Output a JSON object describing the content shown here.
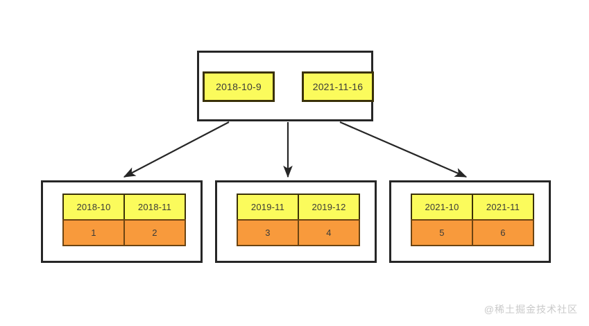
{
  "diagram": {
    "root": {
      "cells": [
        {
          "label": "2018-10-9"
        },
        {
          "label": "2021-11-16"
        }
      ]
    },
    "children": [
      {
        "keys": [
          "2018-10",
          "2018-11"
        ],
        "values": [
          "1",
          "2"
        ]
      },
      {
        "keys": [
          "2019-11",
          "2019-12"
        ],
        "values": [
          "3",
          "4"
        ]
      },
      {
        "keys": [
          "2021-10",
          "2021-11"
        ],
        "values": [
          "5",
          "6"
        ]
      }
    ],
    "edges": [
      {
        "name": "edge-root-to-child-1"
      },
      {
        "name": "edge-root-to-child-2"
      },
      {
        "name": "edge-root-to-child-3"
      }
    ]
  },
  "watermark": {
    "text": "@稀土掘金技术社区"
  },
  "colors": {
    "key_fill": "#fbfb5c",
    "value_fill": "#f89a3c",
    "node_border": "#262626",
    "cell_border": "#3a3108",
    "value_border": "#6b4412",
    "background": "#ffffff",
    "text": "#3b3b38",
    "watermark": "#c9c9c9"
  }
}
